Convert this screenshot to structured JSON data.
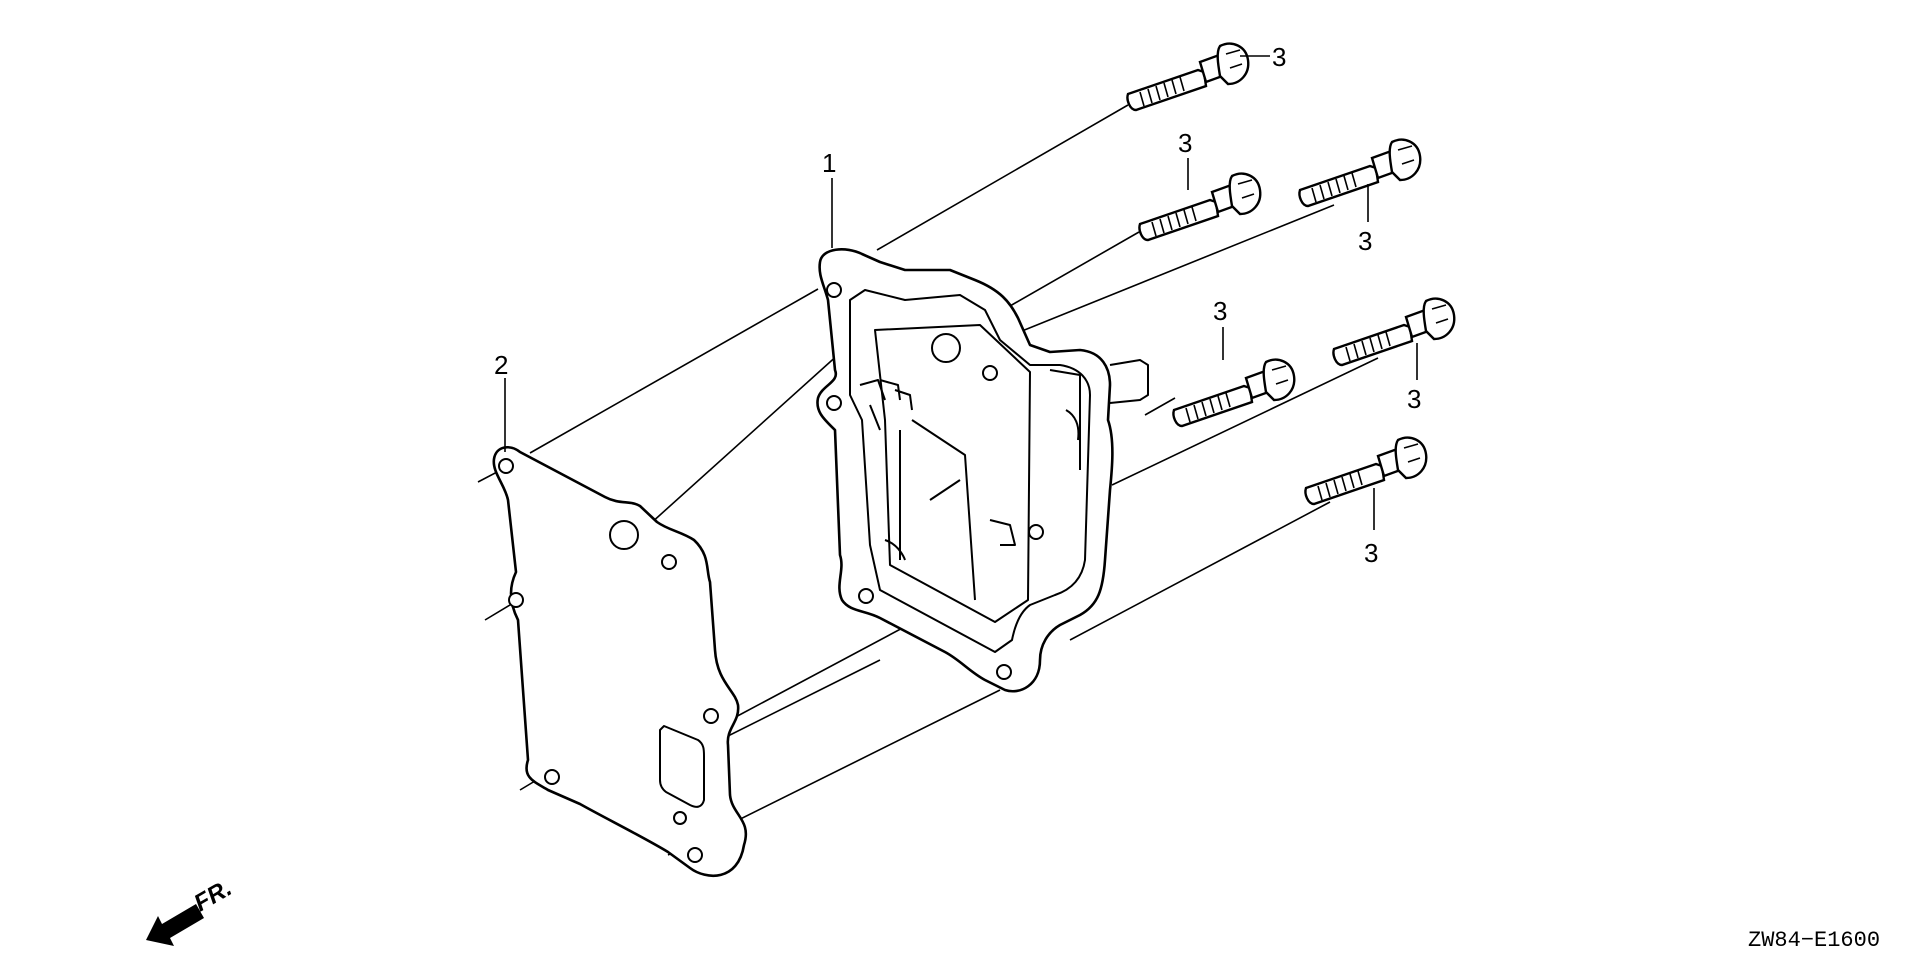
{
  "diagram": {
    "callouts": {
      "head_cover": "1",
      "gasket": "2",
      "bolt_top": "3",
      "bolt_upper_mid": "3",
      "bolt_upper_right": "3",
      "bolt_center": "3",
      "bolt_right": "3",
      "bolt_bottom": "3"
    },
    "front_indicator": "FR.",
    "drawing_code": "ZW84−E1600"
  }
}
